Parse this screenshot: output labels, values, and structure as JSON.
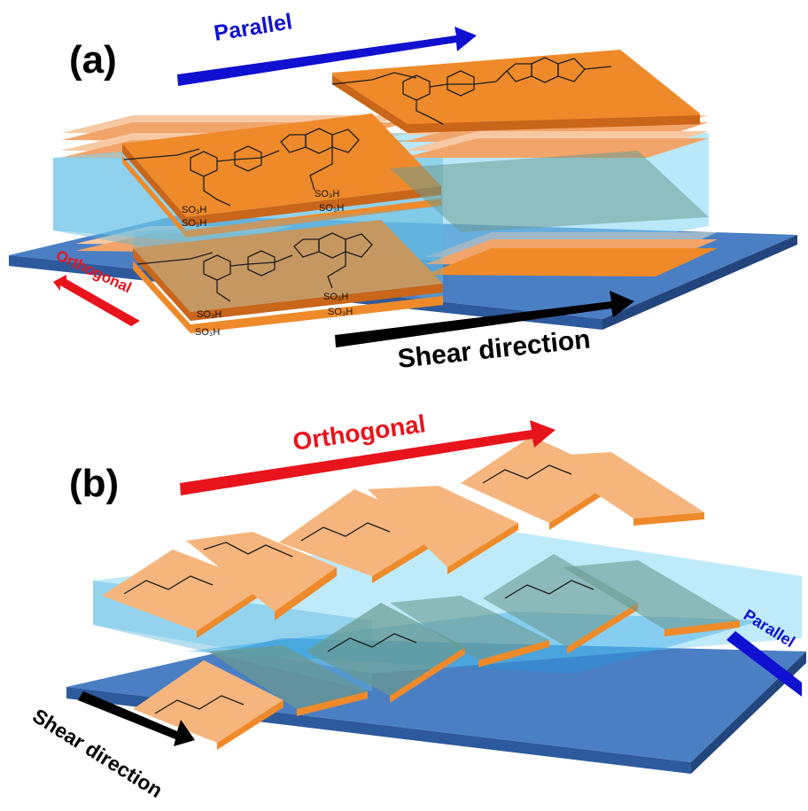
{
  "figure": {
    "panel_a": {
      "label": "(a)",
      "arrows": {
        "parallel": {
          "label": "Parallel",
          "color": "#1010d0"
        },
        "orthogonal": {
          "label": "Orthogonal",
          "color": "#e8141c"
        },
        "shear": {
          "label": "Shear direction",
          "color": "#000000"
        }
      },
      "chem_labels": [
        "SO3H",
        "SO3H",
        "SO3H",
        "SO3H",
        "SO3H",
        "SO3H",
        "SO3H",
        "SO3H"
      ]
    },
    "panel_b": {
      "label": "(b)",
      "arrows": {
        "orthogonal": {
          "label": "Orthogonal",
          "color": "#e8141c"
        },
        "parallel": {
          "label": "Parallel",
          "color": "#1010d0"
        },
        "shear": {
          "label": "Shear direction",
          "color": "#000000"
        }
      }
    },
    "colors": {
      "substrate_top": "#4a7fc4",
      "substrate_side": "#23457d",
      "sheet": "#ef8a2a",
      "sheet_edge": "#c9661a",
      "sheet_light": "#f6c9a2",
      "water": "#7fd6f5"
    }
  }
}
